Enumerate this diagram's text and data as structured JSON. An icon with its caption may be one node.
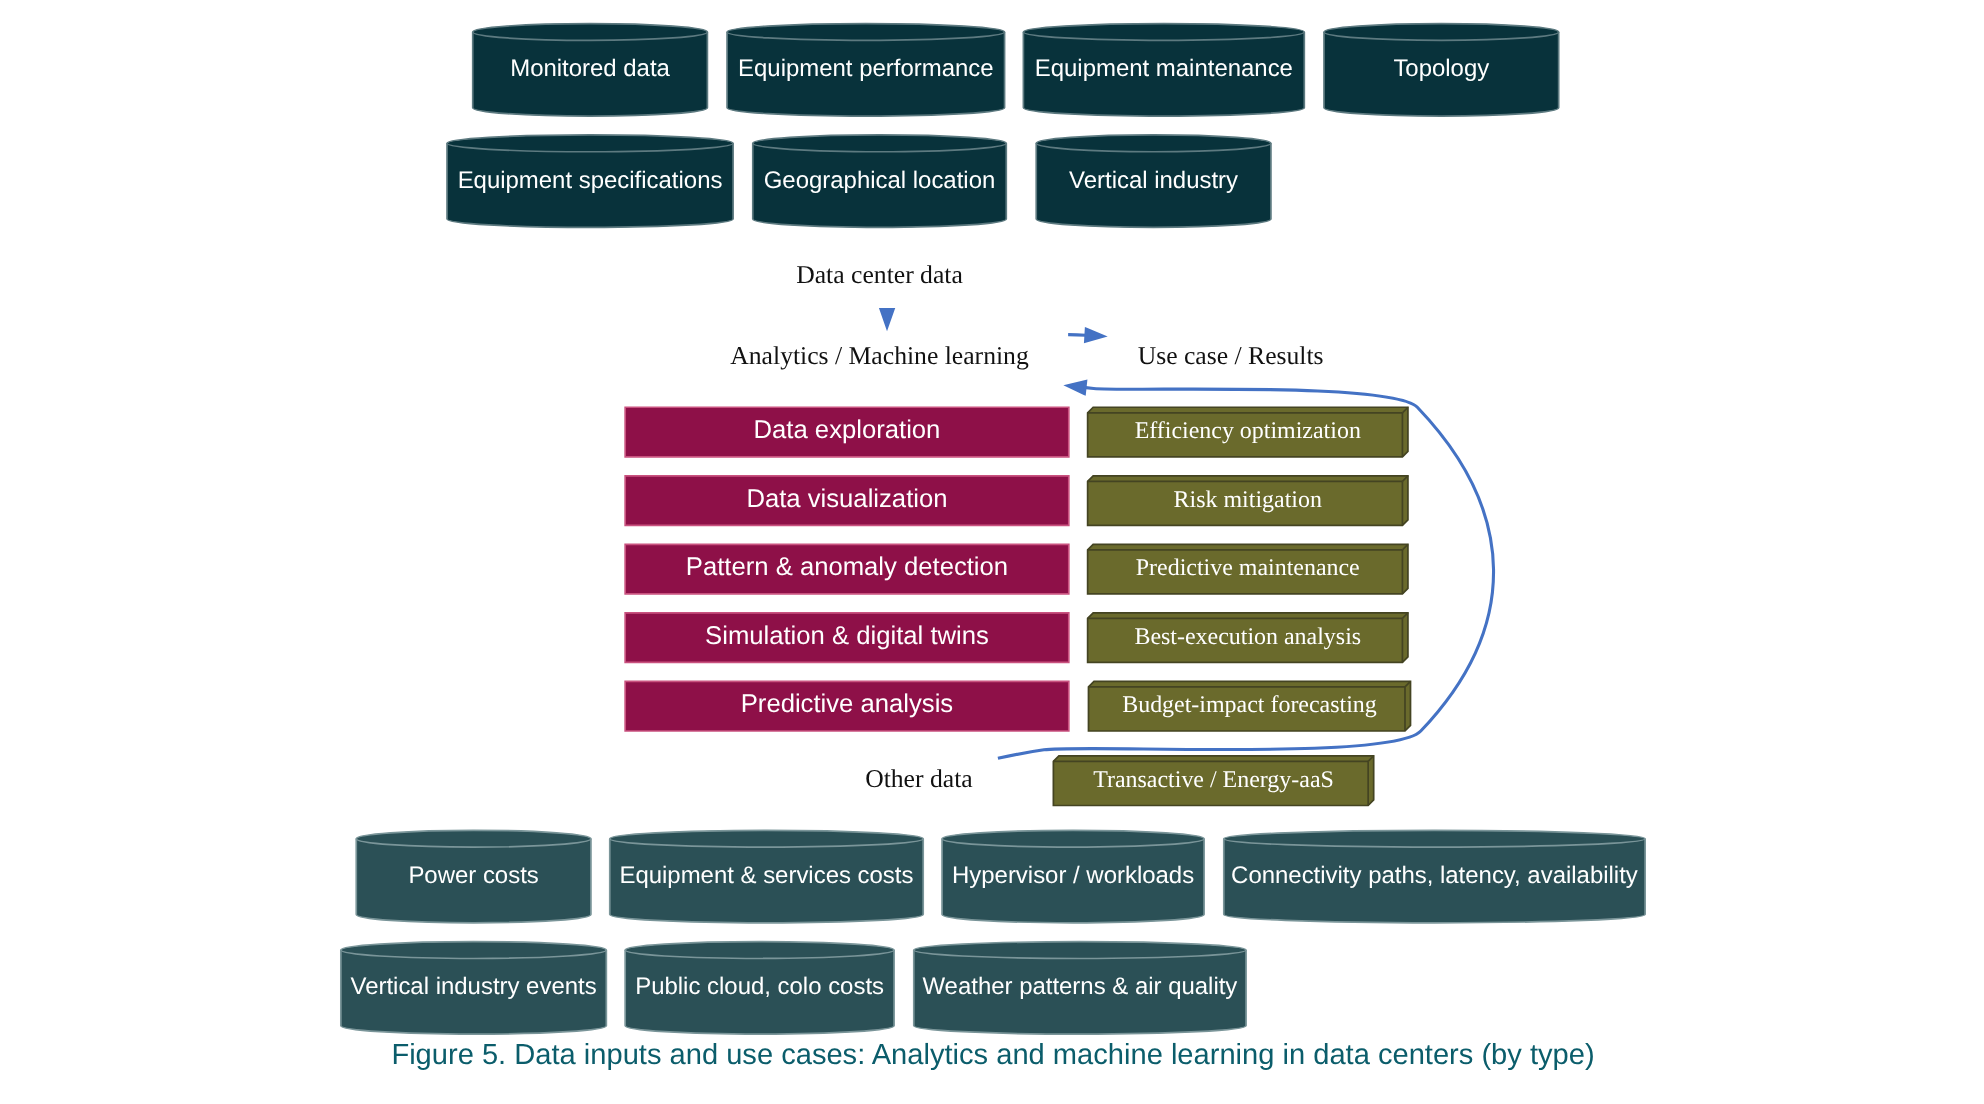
{
  "diagram": {
    "caption": "Figure 5. Data inputs and use cases: Analytics and machine learning in data centers (by type)",
    "nodes": [
      {
        "text": [
          "Data center data"
        ]
      },
      {
        "text": [
          "Monitored data"
        ]
      },
      {
        "text": [
          "Equipment performance"
        ]
      },
      {
        "text": [
          "Equipment maintenance"
        ]
      },
      {
        "text": [
          "Topology"
        ]
      },
      {
        "text": [
          "Equipment specifications"
        ]
      },
      {
        "text": [
          "Geographical location"
        ]
      },
      {
        "text": [
          "Vertical industry"
        ]
      },
      {
        "text": [
          "Analytics / Machine learning"
        ]
      },
      {
        "text": [
          "Data exploration"
        ]
      },
      {
        "text": [
          "Data visualization"
        ]
      },
      {
        "text": [
          "Pattern & anomaly detection"
        ]
      },
      {
        "text": [
          "Simulation & digital twins"
        ]
      },
      {
        "text": [
          "Predictive analysis"
        ]
      },
      {
        "text": [
          "Other data"
        ]
      },
      {
        "text": [
          "Power costs"
        ]
      },
      {
        "text": [
          "Equipment & services costs"
        ]
      },
      {
        "text": [
          "Hypervisor / workloads"
        ]
      },
      {
        "text": [
          "Connectivity paths, latency, availability"
        ]
      },
      {
        "text": [
          "Vertical industry events"
        ]
      },
      {
        "text": [
          "Public cloud, colo costs"
        ]
      },
      {
        "text": [
          "Weather patterns & air quality"
        ]
      },
      {
        "text": [
          "Use case / Results"
        ]
      },
      {
        "text": [
          "Efficiency optimization"
        ]
      },
      {
        "text": [
          "Risk mitigation"
        ]
      },
      {
        "text": [
          "Predictive maintenance"
        ]
      },
      {
        "text": [
          "Best-execution analysis"
        ]
      },
      {
        "text": [
          "Budget-impact forecasting"
        ]
      },
      {
        "text": [
          "Transactive / Energy-aaS"
        ]
      }
    ],
    "edges": [
      {
        "from": 0,
        "to": 8,
        "arrow": "to"
      },
      {
        "from": 14,
        "to": 8,
        "arrow": "to"
      },
      {
        "from": 8,
        "to": 22,
        "arrow": "to"
      }
    ]
  }
}
